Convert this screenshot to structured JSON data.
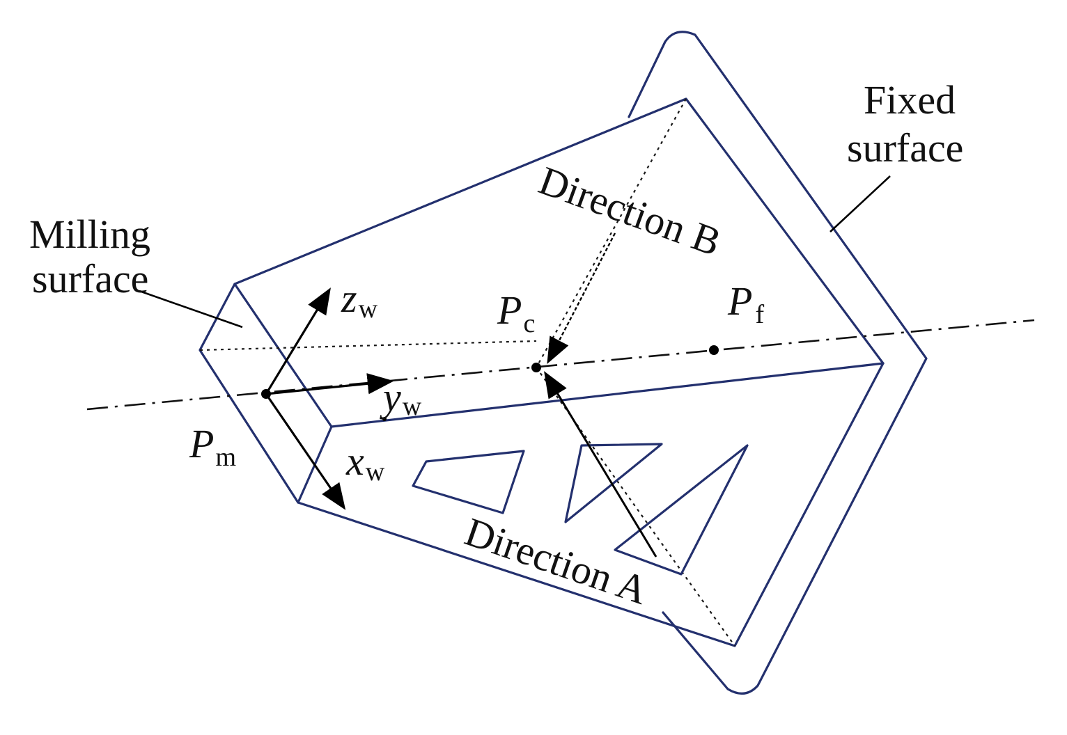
{
  "labels": {
    "milling_surface_line1": "Milling",
    "milling_surface_line2": "surface",
    "fixed_surface_line1": "Fixed",
    "fixed_surface_line2": "surface",
    "direction_a": "Direction A",
    "direction_b": "Direction B"
  },
  "points": {
    "pm_main": "P",
    "pm_sub": "m",
    "pc_main": "P",
    "pc_sub": "c",
    "pf_main": "P",
    "pf_sub": "f"
  },
  "axes": {
    "x_main": "x",
    "x_sub": "w",
    "y_main": "y",
    "y_sub": "w",
    "z_main": "z",
    "z_sub": "w"
  },
  "colors": {
    "part_outline": "#23306e",
    "annotation": "#000000"
  }
}
